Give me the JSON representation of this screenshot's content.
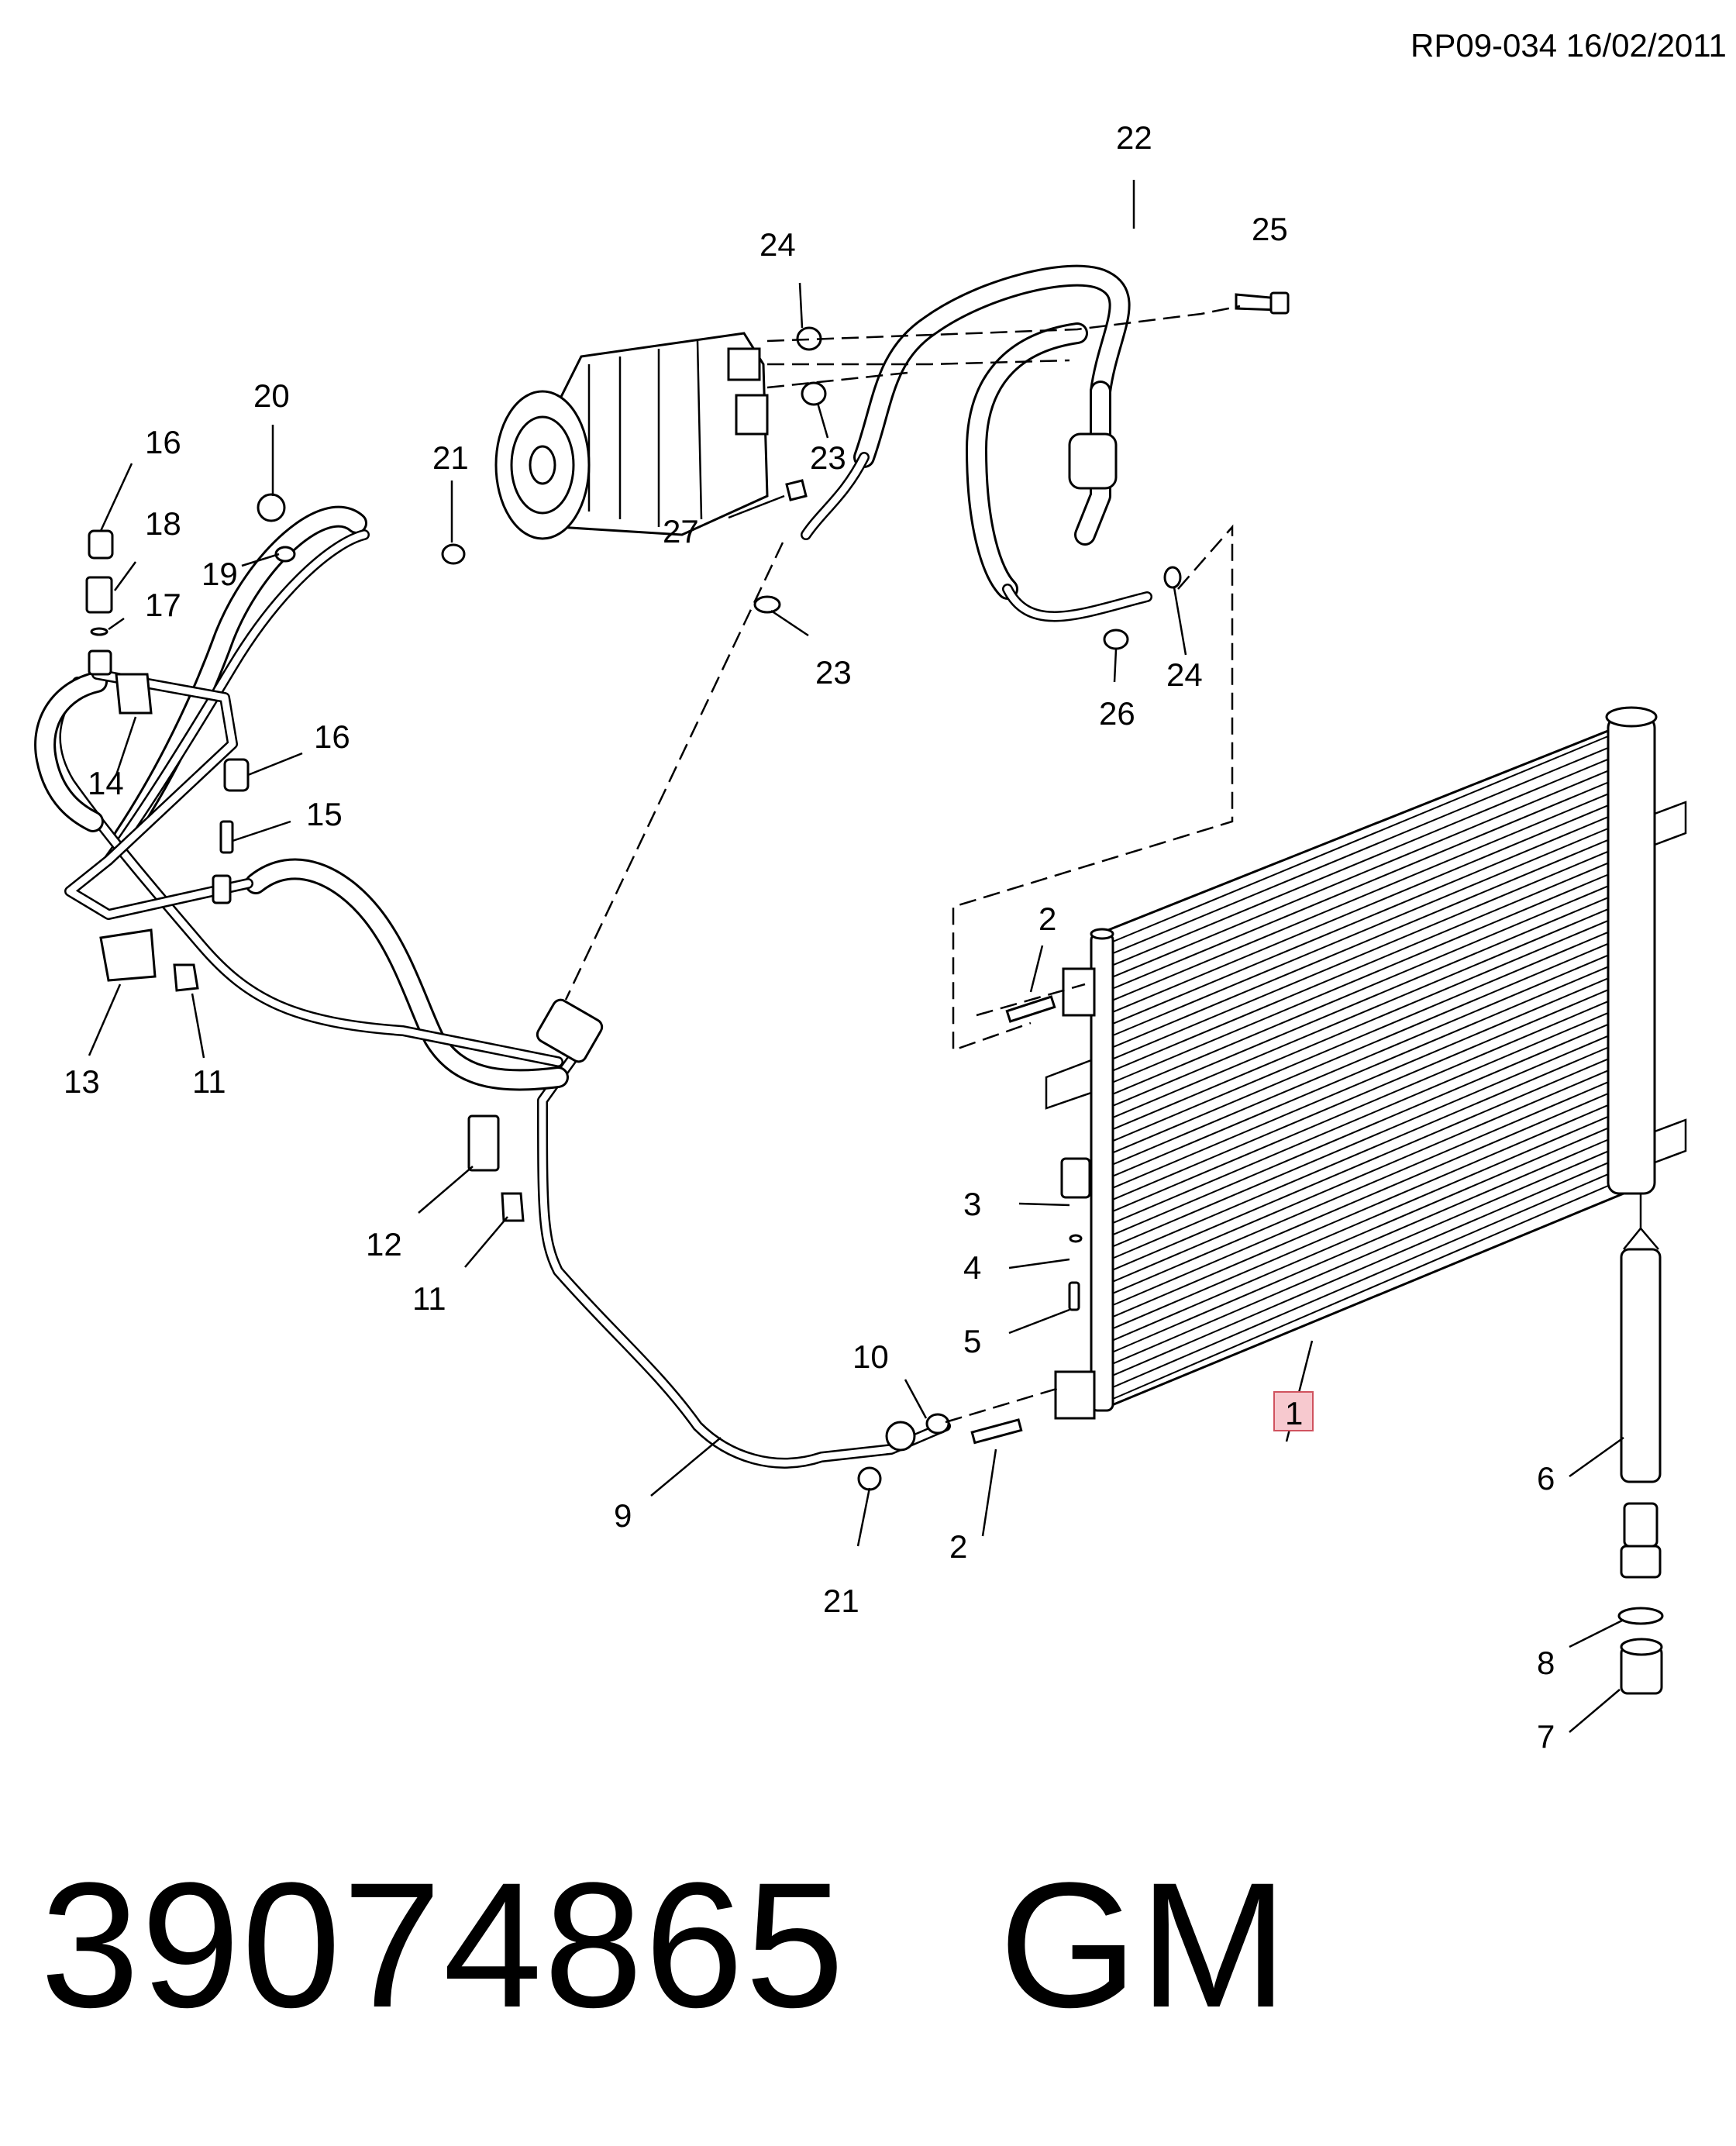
{
  "header": {
    "ref_code": "RP09-034 16/02/2011"
  },
  "footer": {
    "part_number": "39074865",
    "brand": "GM"
  },
  "callouts": {
    "c1": "1",
    "c2a": "2",
    "c2b": "2",
    "c3": "3",
    "c4": "4",
    "c5": "5",
    "c6": "6",
    "c7": "7",
    "c8": "8",
    "c9": "9",
    "c10": "10",
    "c11a": "11",
    "c11b": "11",
    "c12": "12",
    "c13": "13",
    "c14": "14",
    "c15": "15",
    "c16a": "16",
    "c16b": "16",
    "c17": "17",
    "c18": "18",
    "c19": "19",
    "c20": "20",
    "c21a": "21",
    "c21b": "21",
    "c22": "22",
    "c23a": "23",
    "c23b": "23",
    "c24a": "24",
    "c24b": "24",
    "c25": "25",
    "c26": "26",
    "c27": "27"
  },
  "highlight": {
    "callout": "1",
    "color": "#f7c9cf",
    "border": "#d0535f"
  }
}
